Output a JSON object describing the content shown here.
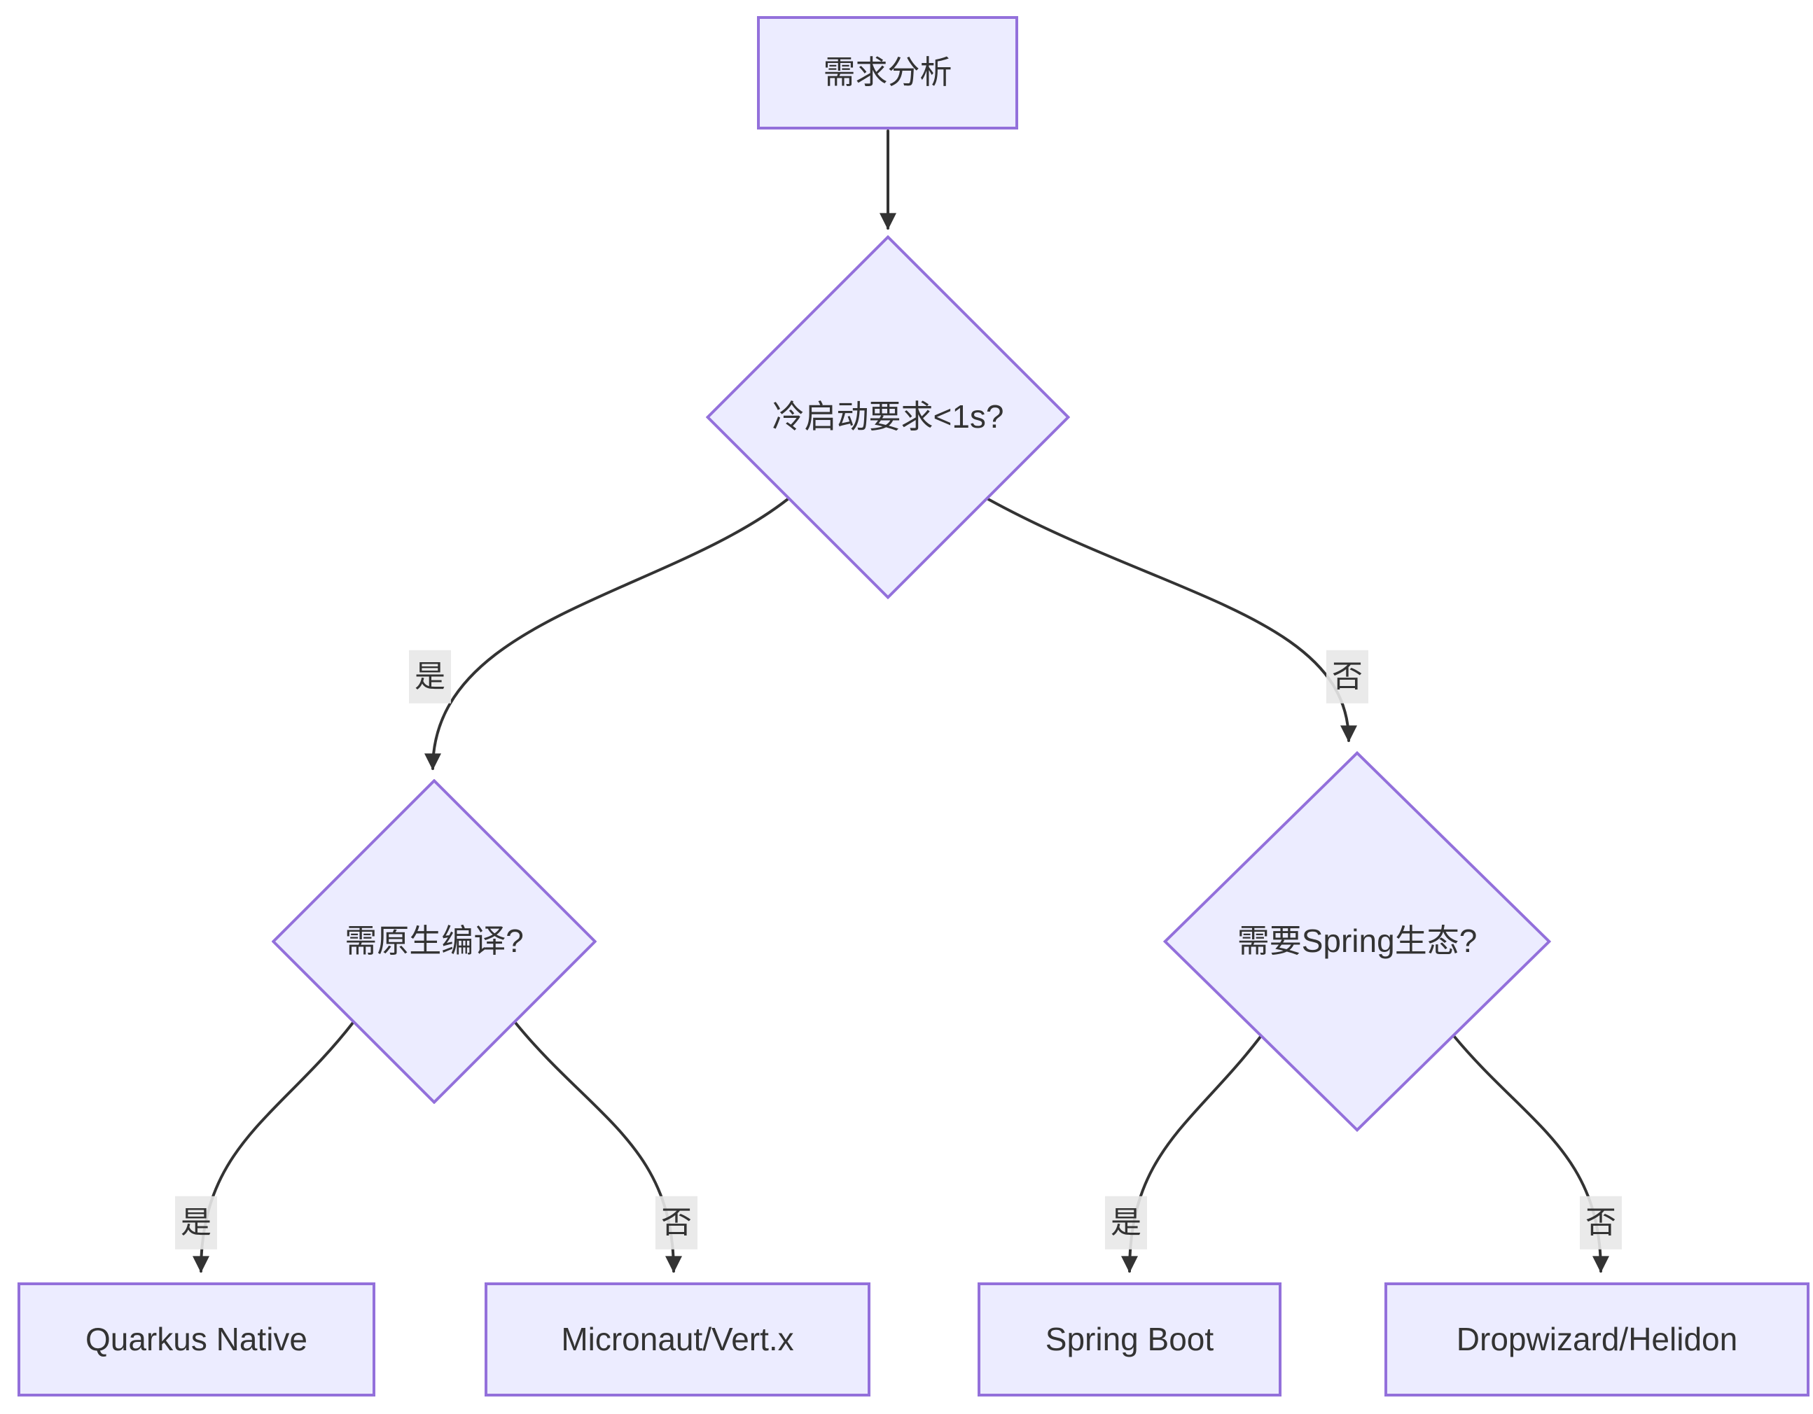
{
  "diagram": {
    "type": "flowchart",
    "direction": "top-down",
    "nodes": {
      "A": {
        "label": "需求分析",
        "shape": "rect"
      },
      "B": {
        "label": "冷启动要求<1s?",
        "shape": "diamond"
      },
      "C": {
        "label": "需原生编译?",
        "shape": "diamond"
      },
      "D": {
        "label": "需要Spring生态?",
        "shape": "diamond"
      },
      "E": {
        "label": "Quarkus Native",
        "shape": "rect"
      },
      "F": {
        "label": "Micronaut/Vert.x",
        "shape": "rect"
      },
      "G": {
        "label": "Spring Boot",
        "shape": "rect"
      },
      "H": {
        "label": "Dropwizard/Helidon",
        "shape": "rect"
      }
    },
    "edges": [
      {
        "from": "A",
        "to": "B",
        "label": ""
      },
      {
        "from": "B",
        "to": "C",
        "label": "是"
      },
      {
        "from": "B",
        "to": "D",
        "label": "否"
      },
      {
        "from": "C",
        "to": "E",
        "label": "是"
      },
      {
        "from": "C",
        "to": "F",
        "label": "否"
      },
      {
        "from": "D",
        "to": "G",
        "label": "是"
      },
      {
        "from": "D",
        "to": "H",
        "label": "否"
      }
    ],
    "colors": {
      "node_fill": "#ECECFF",
      "node_border": "#9370DB",
      "edge_stroke": "#333333",
      "edge_label_background": "#E8E8E8",
      "text": "#333333",
      "background": "#FFFFFF"
    }
  }
}
